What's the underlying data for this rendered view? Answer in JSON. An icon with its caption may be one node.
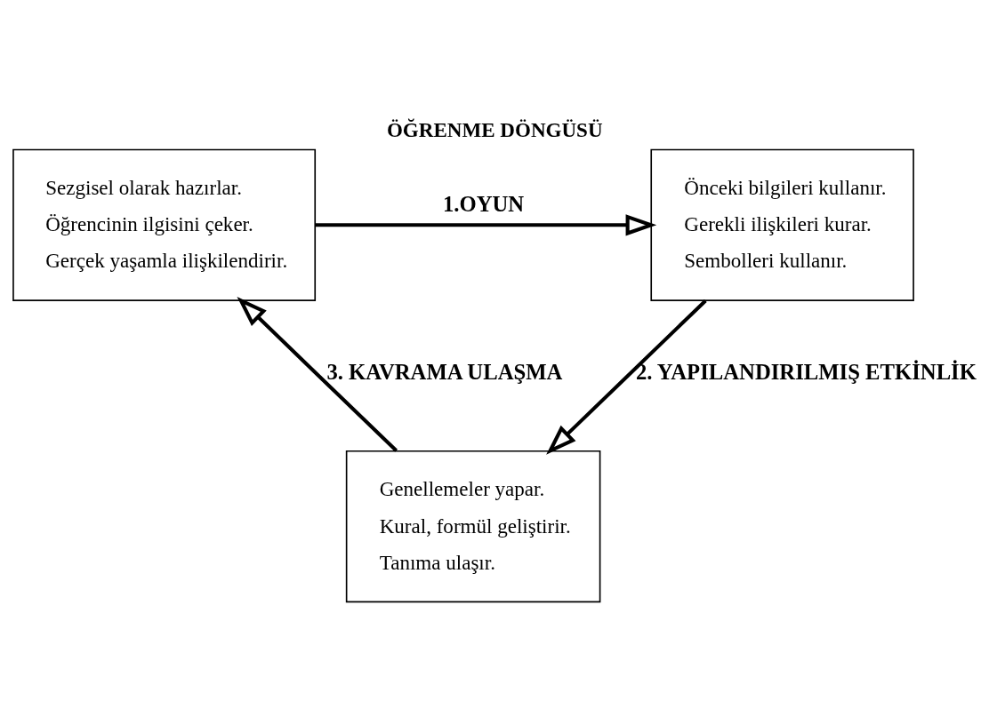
{
  "diagram": {
    "title": "ÖĞRENME DÖNGÜSÜ",
    "nodes": [
      {
        "text": [
          "Sezgisel olarak hazırlar.",
          "Öğrencinin ilgisini çeker.",
          "Gerçek yaşamla ilişkilendirir."
        ]
      },
      {
        "text": [
          "Önceki bilgileri kullanır.",
          "Gerekli ilişkileri kurar.",
          "Sembolleri kullanır."
        ]
      },
      {
        "text": [
          "Genellemeler yapar.",
          "Kural, formül geliştirir.",
          "Tanıma ulaşır."
        ]
      }
    ],
    "edges": [
      {
        "from": 0,
        "to": 1,
        "arrow": "to",
        "label": "1.OYUN"
      },
      {
        "from": 1,
        "to": 2,
        "arrow": "to",
        "label": "2. YAPILANDIRILMIŞ ETKİNLİK"
      },
      {
        "from": 2,
        "to": 0,
        "arrow": "to",
        "label": "3. KAVRAMA ULAŞMA"
      }
    ]
  }
}
